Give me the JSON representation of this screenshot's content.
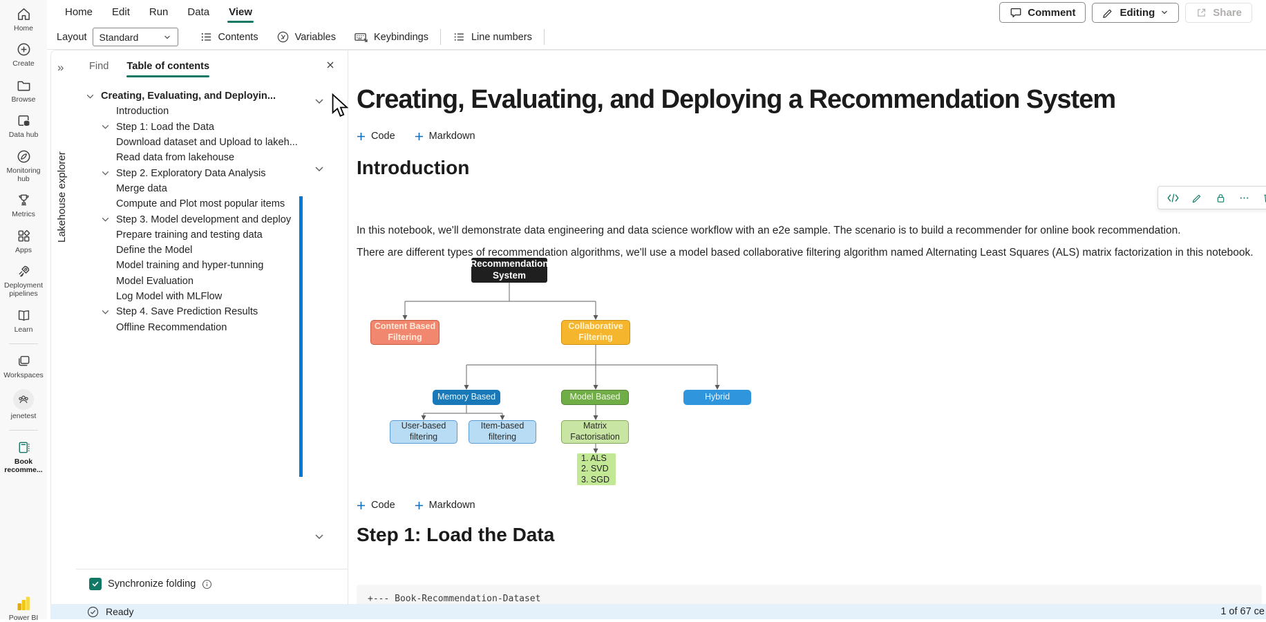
{
  "colors": {
    "accent_teal": "#117865",
    "scrollbar_blue": "#0078d4",
    "statusbar_bg": "#e4f1fb",
    "node_black": "#1f1f1f",
    "node_salmon": "#f2876f",
    "node_orange": "#f5b62d",
    "node_dark_blue": "#1878b8",
    "node_green": "#71ad47",
    "node_blue": "#2f96dd",
    "node_light_blue": "#b7dcf4",
    "node_light_green": "#c9e5a3",
    "powerbi_yellow": "#f2c811"
  },
  "rail": {
    "items": [
      {
        "label": "Home"
      },
      {
        "label": "Create"
      },
      {
        "label": "Browse"
      },
      {
        "label": "Data hub"
      },
      {
        "label": "Monitoring hub"
      },
      {
        "label": "Metrics"
      },
      {
        "label": "Apps"
      },
      {
        "label": "Deployment pipelines"
      },
      {
        "label": "Learn"
      },
      {
        "label": "Workspaces"
      },
      {
        "label": "jenetest"
      },
      {
        "label": "Book recomme..."
      }
    ],
    "power_bi": "Power BI"
  },
  "menu": {
    "tabs": [
      {
        "label": "Home"
      },
      {
        "label": "Edit"
      },
      {
        "label": "Run"
      },
      {
        "label": "Data"
      },
      {
        "label": "View"
      }
    ],
    "active_tab": "View",
    "comment": "Comment",
    "editing": "Editing",
    "share": "Share"
  },
  "toolbar": {
    "layout_label": "Layout",
    "layout_value": "Standard",
    "contents": "Contents",
    "variables": "Variables",
    "keybindings": "Keybindings",
    "line_numbers": "Line numbers"
  },
  "explorer": {
    "label": "Lakehouse explorer",
    "expand_glyph": "»"
  },
  "toc": {
    "find_tab": "Find",
    "contents_tab": "Table of contents",
    "items": [
      {
        "label": "Creating, Evaluating, and Deployin...",
        "root": true,
        "chevron": true
      },
      {
        "label": "Introduction"
      },
      {
        "label": "Step 1: Load the Data",
        "chevron": true
      },
      {
        "label": "Download dataset and Upload to lakeh..."
      },
      {
        "label": "Read data from lakehouse"
      },
      {
        "label": "Step 2. Exploratory Data Analysis",
        "chevron": true
      },
      {
        "label": "Merge data"
      },
      {
        "label": "Compute and Plot most popular items"
      },
      {
        "label": "Step 3. Model development and deploy",
        "chevron": true
      },
      {
        "label": "Prepare training and testing data"
      },
      {
        "label": "Define the Model"
      },
      {
        "label": "Model training and hyper-tunning"
      },
      {
        "label": "Model Evaluation"
      },
      {
        "label": "Log Model with MLFlow"
      },
      {
        "label": "Step 4. Save Prediction Results",
        "chevron": true
      },
      {
        "label": "Offline Recommendation"
      }
    ],
    "sync_label": "Synchronize folding"
  },
  "notebook": {
    "title": "Creating, Evaluating, and Deploying a Recommendation System",
    "add_code": "Code",
    "add_markdown": "Markdown",
    "intro_heading": "Introduction",
    "paragraph1": "In this notebook, we'll demonstrate data engineering and data science workflow with an e2e sample. The scenario is to build a recommender for online book recommendation.",
    "paragraph2": "There are different types of recommendation algorithms, we'll use a model based collaborative filtering algorithm named Alternating Least Squares (ALS) matrix factorization in this notebook.",
    "step1_heading": "Step 1: Load the Data",
    "code_line": "+--- Book-Recommendation-Dataset"
  },
  "diagram": {
    "nodes": [
      {
        "label": "Recommendation\nSystem",
        "bg": "#1f1f1f"
      },
      {
        "label": "Content Based\nFiltering",
        "bg": "#f2876f"
      },
      {
        "label": "Collaborative\nFiltering",
        "bg": "#f5b62d"
      },
      {
        "label": "Memory Based",
        "bg": "#1878b8"
      },
      {
        "label": "Model Based",
        "bg": "#71ad47"
      },
      {
        "label": "Hybrid",
        "bg": "#2f96dd"
      },
      {
        "label": "User-based\nfiltering",
        "bg": "#b7dcf4"
      },
      {
        "label": "Item-based\nfiltering",
        "bg": "#b7dcf4"
      },
      {
        "label": "Matrix\nFactorisation",
        "bg": "#c9e5a3"
      },
      {
        "label": "1. ALS\n2. SVD\n3. SGD",
        "bg": "#c2e896"
      }
    ]
  },
  "status": {
    "ready": "Ready",
    "cell_indicator": "1 of 67 ce"
  }
}
